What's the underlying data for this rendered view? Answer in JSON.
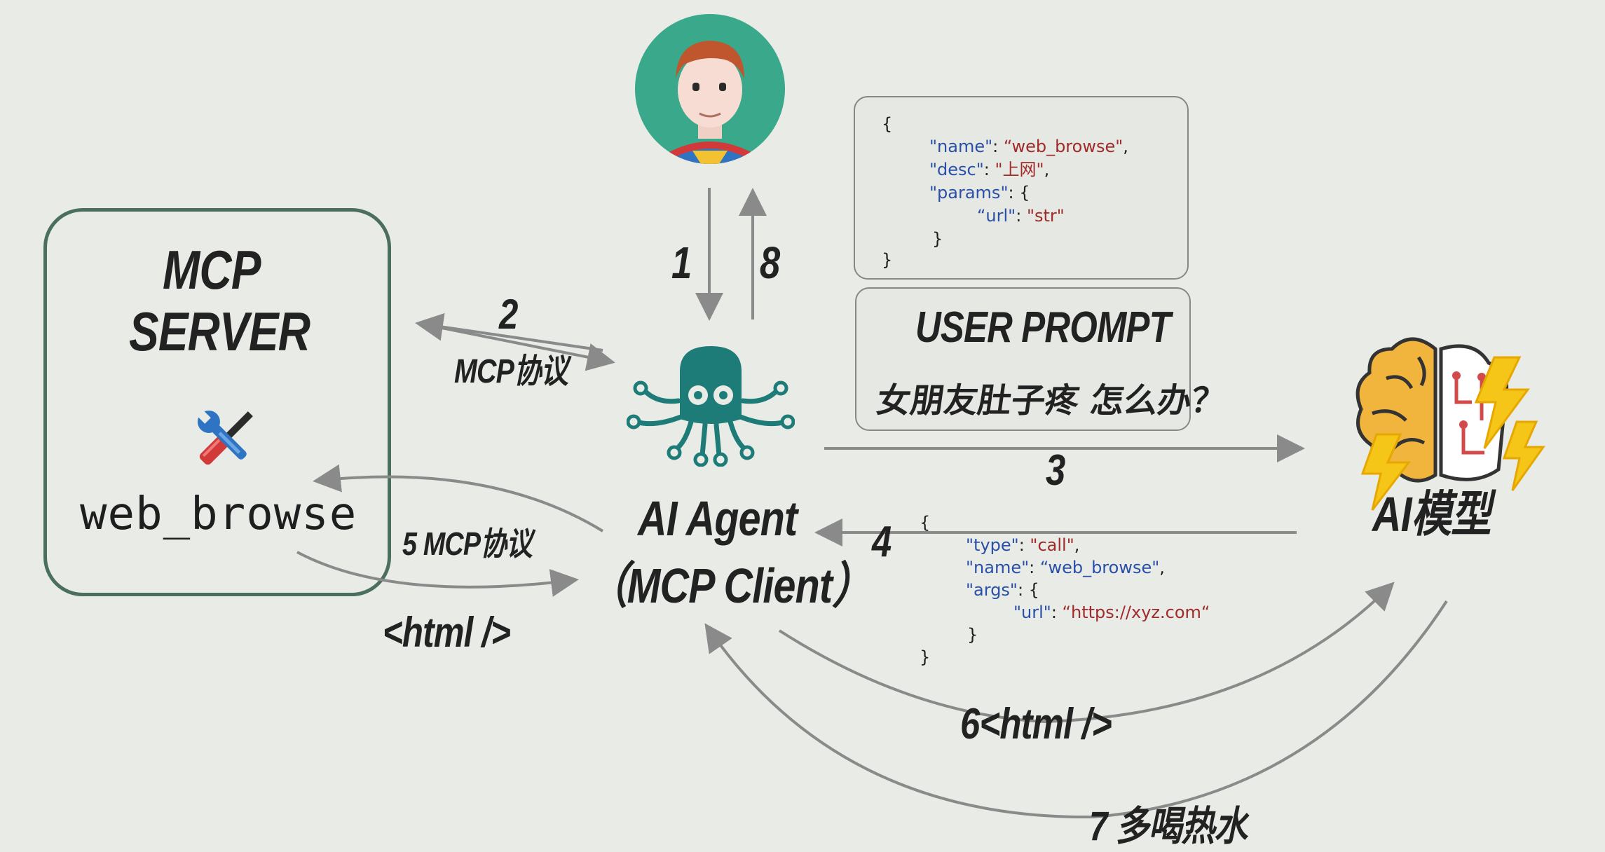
{
  "server": {
    "title_line1": "MCP",
    "title_line2": "SERVER",
    "tool_name": "web_browse"
  },
  "agent": {
    "label_line1": "AI Agent",
    "label_line2": "（MCP Client）"
  },
  "model": {
    "label": "AI模型"
  },
  "tool_definition": {
    "open": "{",
    "name_key": "\"name\"",
    "name_val": "“web_browse\"",
    "desc_key": "\"desc\"",
    "desc_val": "\"上网\"",
    "params_key": "\"params\"",
    "url_key": "“url\"",
    "url_val": "\"str\"",
    "inner_close": "}",
    "close": "}"
  },
  "prompt": {
    "title": "USER PROMPT",
    "text": "女朋友肚子疼 怎么办？"
  },
  "tool_call": {
    "open": "{",
    "type_key": "\"type\"",
    "type_val": "\"call\"",
    "name_key": "\"name\"",
    "name_val": "“web_browse\"",
    "args_key": "\"args\"",
    "url_key": "\"url\"",
    "url_val": "“https://xyz.com“",
    "inner_close": "}",
    "close": "}"
  },
  "steps": {
    "s1": "1",
    "s8": "8",
    "s2": "2",
    "s2_label": "MCP协议",
    "s3": "3",
    "s4": "4",
    "s5": "5 MCP协议",
    "html_return": "<html />",
    "s6": "6<html />",
    "s7": "7 多喝热水"
  },
  "colors": {
    "background": "#e8ebe6",
    "server_border": "#4a6f5e",
    "arrow": "#8a8a8a",
    "agent_teal": "#1e7c78",
    "avatar_bg": "#3aa88b"
  },
  "icons": [
    "user-avatar-icon",
    "tools-icon",
    "octopus-agent-icon",
    "brain-lightning-icon"
  ]
}
